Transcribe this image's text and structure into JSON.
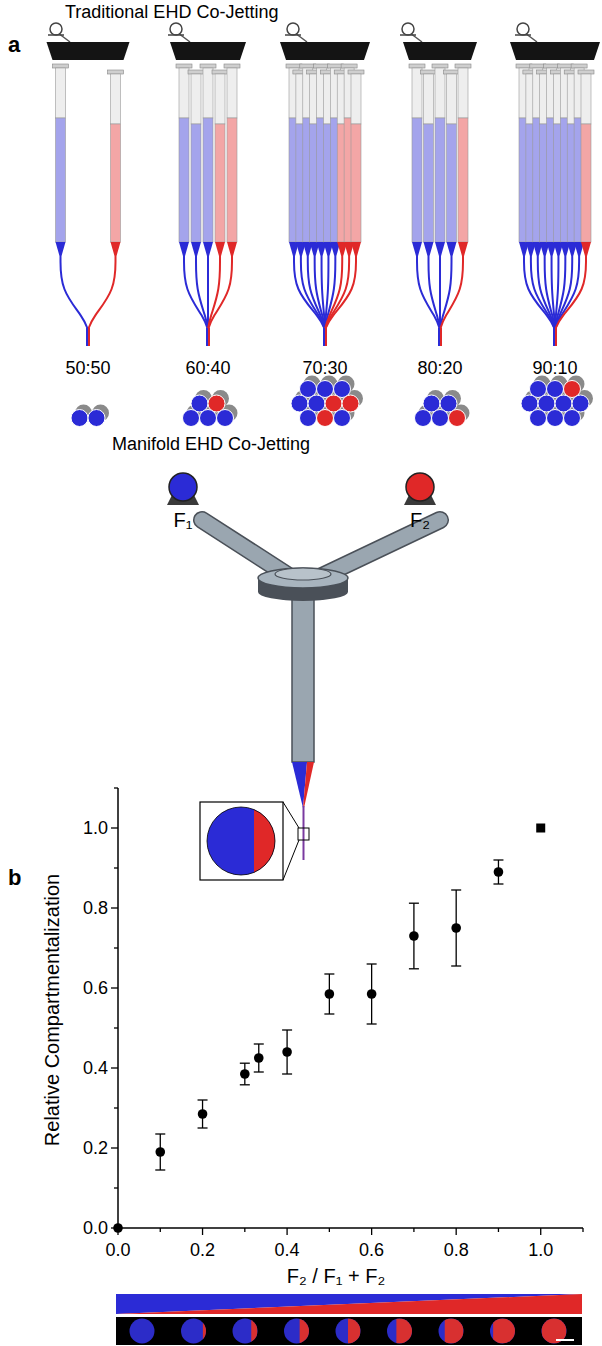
{
  "diagram": {
    "nodes": [
      {
        "text": [
          "F₁"
        ]
      },
      {
        "text": [
          "F₂"
        ]
      }
    ],
    "labels": [
      "a",
      "Traditional EHD Co-Jetting",
      "50:50",
      "60:40",
      "70:30",
      "80:20",
      "90:10",
      "Manifold EHD Co-Jetting",
      "b",
      "Relative Compartmentalization",
      "0.0",
      "0.2",
      "0.4",
      "0.6",
      "0.8",
      "1.0",
      "0.0",
      "0.2",
      "0.4",
      "0.6",
      "0.8",
      "1.0",
      "F₂ / F₁ + F₂"
    ]
  }
}
